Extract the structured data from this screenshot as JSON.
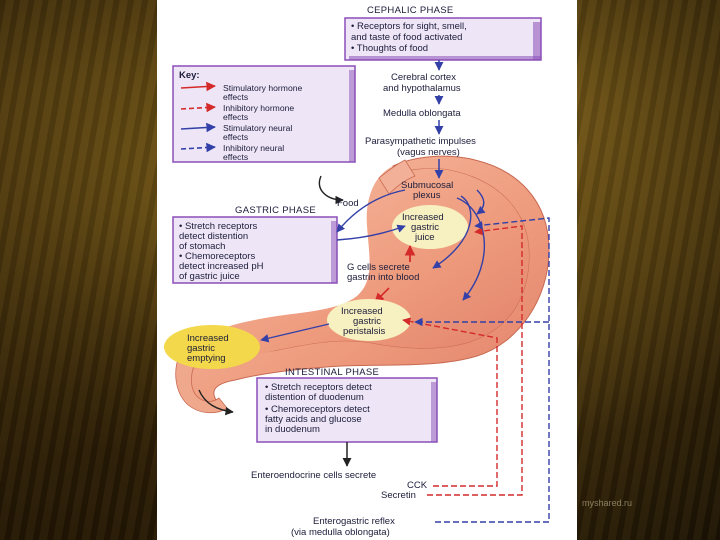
{
  "cephalic": {
    "title": "CEPHALIC PHASE",
    "bullets": [
      "• Receptors for sight, smell,",
      "  and taste of food activated",
      "• Thoughts of food"
    ]
  },
  "key": {
    "title": "Key:",
    "items": [
      {
        "lines": [
          "Stimulatory hormone",
          "effects"
        ],
        "color": "#d42a2a",
        "style": "solid"
      },
      {
        "lines": [
          "Inhibitory hormone",
          "effects"
        ],
        "color": "#d42a2a",
        "style": "dashed"
      },
      {
        "lines": [
          "Stimulatory neural",
          "effects"
        ],
        "color": "#3340a8",
        "style": "solid"
      },
      {
        "lines": [
          "Inhibitory neural",
          "effects"
        ],
        "color": "#3340a8",
        "style": "dashed"
      }
    ]
  },
  "flow": {
    "cortex": [
      "Cerebral cortex",
      "and hypothalamus"
    ],
    "medulla": "Medulla oblongata",
    "parasympathetic": [
      "Parasympathetic impulses",
      "(vagus nerves)"
    ],
    "submucosal": [
      "Submucosal",
      "plexus"
    ],
    "food": "Food"
  },
  "gastric": {
    "title": "GASTRIC PHASE",
    "bullets": [
      "• Stretch receptors",
      "  detect distention",
      "  of stomach",
      "• Chemoreceptors",
      "  detect increased pH",
      "  of gastric juice"
    ]
  },
  "stomach": {
    "juice": [
      "Increased",
      "gastric",
      "juice"
    ],
    "gcells": [
      "G cells secrete",
      "gastrin into blood"
    ],
    "peristalsis": [
      "Increased",
      "gastric",
      "peristalsis"
    ],
    "emptying": [
      "Increased",
      "gastric",
      "emptying"
    ]
  },
  "intestinal": {
    "title": "INTESTINAL PHASE",
    "bullets": [
      "• Stretch receptors detect",
      "  distention of duodenum",
      "• Chemoreceptors detect",
      "  fatty acids and glucose",
      "  in duodenum"
    ]
  },
  "bottom": {
    "entero": [
      "Enteroendocrine cells secrete",
      "CCK",
      "Secretin"
    ],
    "reflex": [
      "Enterogastric reflex",
      "(via medulla oblongata)"
    ]
  },
  "colors": {
    "box_fill": "#eee6f6",
    "box_border": "#8a4fb8",
    "stomach": "#f0a080",
    "highlight": "#f7f0c0",
    "emptying": "#f2d84a",
    "blue": "#3340a8",
    "red": "#d42a2a"
  },
  "watermark": "myshared.ru"
}
